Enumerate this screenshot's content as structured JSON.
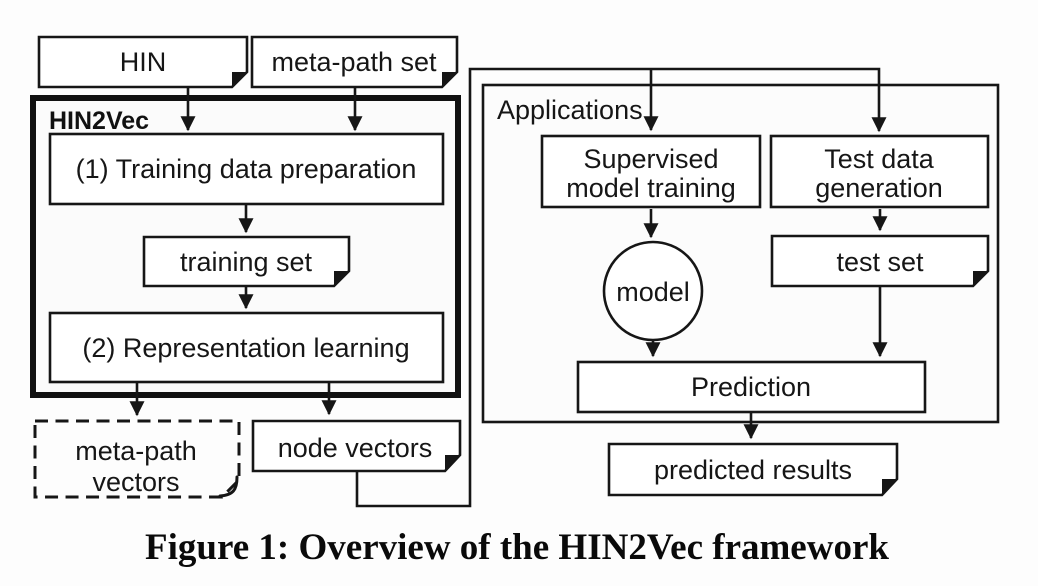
{
  "figure": {
    "caption": "Figure 1: Overview of the HIN2Vec framework"
  },
  "colors": {
    "line": "#161616",
    "background": "#fdfdfd",
    "text": "#161616",
    "node_fill": "#ffffff"
  },
  "containers": {
    "hin2vec": {
      "label": "HIN2Vec"
    },
    "applications": {
      "label": "Applications"
    }
  },
  "nodes": {
    "hin": {
      "label": "HIN",
      "shape": "document"
    },
    "meta_path_set": {
      "label": "meta-path set",
      "shape": "document"
    },
    "training_data_preparation": {
      "label": "(1) Training data preparation",
      "shape": "process"
    },
    "training_set": {
      "label": "training set",
      "shape": "document"
    },
    "representation_learning": {
      "label": "(2) Representation learning",
      "shape": "process"
    },
    "meta_path_vectors": {
      "line1": "meta-path",
      "line2": "vectors",
      "shape": "document-dashed"
    },
    "node_vectors": {
      "label": "node vectors",
      "shape": "document"
    },
    "supervised_model_training": {
      "line1": "Supervised",
      "line2": "model training",
      "shape": "process"
    },
    "test_data_generation": {
      "line1": "Test data",
      "line2": "generation",
      "shape": "process"
    },
    "model": {
      "label": "model",
      "shape": "circle"
    },
    "test_set": {
      "label": "test set",
      "shape": "document"
    },
    "prediction": {
      "label": "Prediction",
      "shape": "process"
    },
    "predicted_results": {
      "label": "predicted results",
      "shape": "document"
    }
  }
}
